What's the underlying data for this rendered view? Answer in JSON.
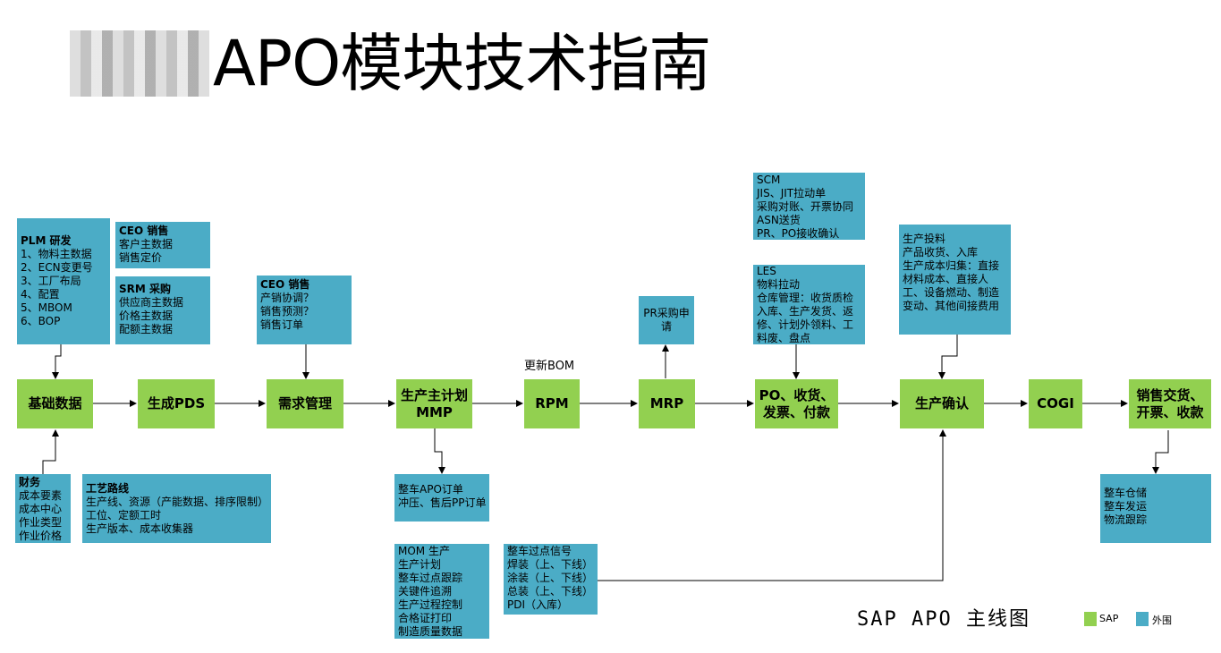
{
  "title": "APO模块技术指南",
  "colors": {
    "sap": "#92d050",
    "external": "#4bacc6"
  },
  "process": [
    {
      "id": "basic",
      "label": "基础数据"
    },
    {
      "id": "pds",
      "label": "生成PDS"
    },
    {
      "id": "demand",
      "label": "需求管理"
    },
    {
      "id": "mmp",
      "label": "生产主计划\nMMP"
    },
    {
      "id": "rpm",
      "label": "RPM"
    },
    {
      "id": "mrp",
      "label": "MRP"
    },
    {
      "id": "po",
      "label": "PO、收货、\n发票、付款"
    },
    {
      "id": "confirm",
      "label": "生产确认"
    },
    {
      "id": "cogi",
      "label": "COGI"
    },
    {
      "id": "sales",
      "label": "销售交货、\n开票、收款"
    }
  ],
  "systems": {
    "plm": {
      "heading": "PLM 研发",
      "lines": [
        "1、物料主数据",
        "2、ECN变更号",
        "3、工厂布局",
        "4、配置",
        "5、MBOM",
        "6、BOP"
      ]
    },
    "ceo1": {
      "heading": "CEO 销售",
      "lines": [
        "客户主数据",
        "销售定价"
      ]
    },
    "srm": {
      "heading": "SRM 采购",
      "lines": [
        "供应商主数据",
        "价格主数据",
        "配额主数据"
      ]
    },
    "ceo2": {
      "heading": "CEO 销售",
      "lines": [
        "产销协调？",
        "销售预测？",
        "销售订单"
      ]
    },
    "finance": {
      "heading": "财务",
      "lines": [
        "成本要素",
        "成本中心",
        "作业类型",
        "作业价格"
      ]
    },
    "route": {
      "heading": "工艺路线",
      "lines": [
        "生产线、资源（产能数据、排序限制）",
        "工位、定额工时",
        "生产版本、成本收集器"
      ]
    },
    "mmp_out": {
      "heading": "",
      "lines": [
        "整车APO订单",
        "冲压、售后PP订单"
      ]
    },
    "mom": {
      "heading": "",
      "lines": [
        "MOM 生产",
        "生产计划",
        "整车过点跟踪",
        "关键件追溯",
        "生产过程控制",
        "合格证打印",
        "制造质量数据"
      ]
    },
    "signal": {
      "heading": "",
      "lines": [
        "整车过点信号",
        "焊装（上、下线）",
        "涂装（上、下线）",
        "总装（上、下线）",
        "PDI（入库）"
      ]
    },
    "pr": {
      "heading": "",
      "lines": [
        "PR采购申",
        "请"
      ]
    },
    "scm": {
      "heading": "",
      "lines": [
        "SCM",
        "JIS、JIT拉动单",
        "采购对账、开票协同",
        "ASN送货",
        "PR、PO接收确认"
      ]
    },
    "les": {
      "heading": "",
      "lines": [
        "LES",
        "物料拉动",
        "仓库管理：收货质检",
        "入库、生产发货、返",
        "修、计划外领料、工",
        "料废、盘点"
      ]
    },
    "prod": {
      "heading": "",
      "lines": [
        "生产投料",
        "产品收货、入库",
        "生产成本归集：直接",
        "材料成本、直接人",
        "工、设备燃动、制造",
        "变动、其他间接费用"
      ]
    },
    "delivery": {
      "heading": "",
      "lines": [
        "整车仓储",
        "整车发运",
        "物流跟踪"
      ]
    }
  },
  "note_bom": "更新BOM",
  "main_label": "SAP APO 主线图",
  "legend": [
    {
      "label": "SAP"
    },
    {
      "label": "外围"
    }
  ]
}
